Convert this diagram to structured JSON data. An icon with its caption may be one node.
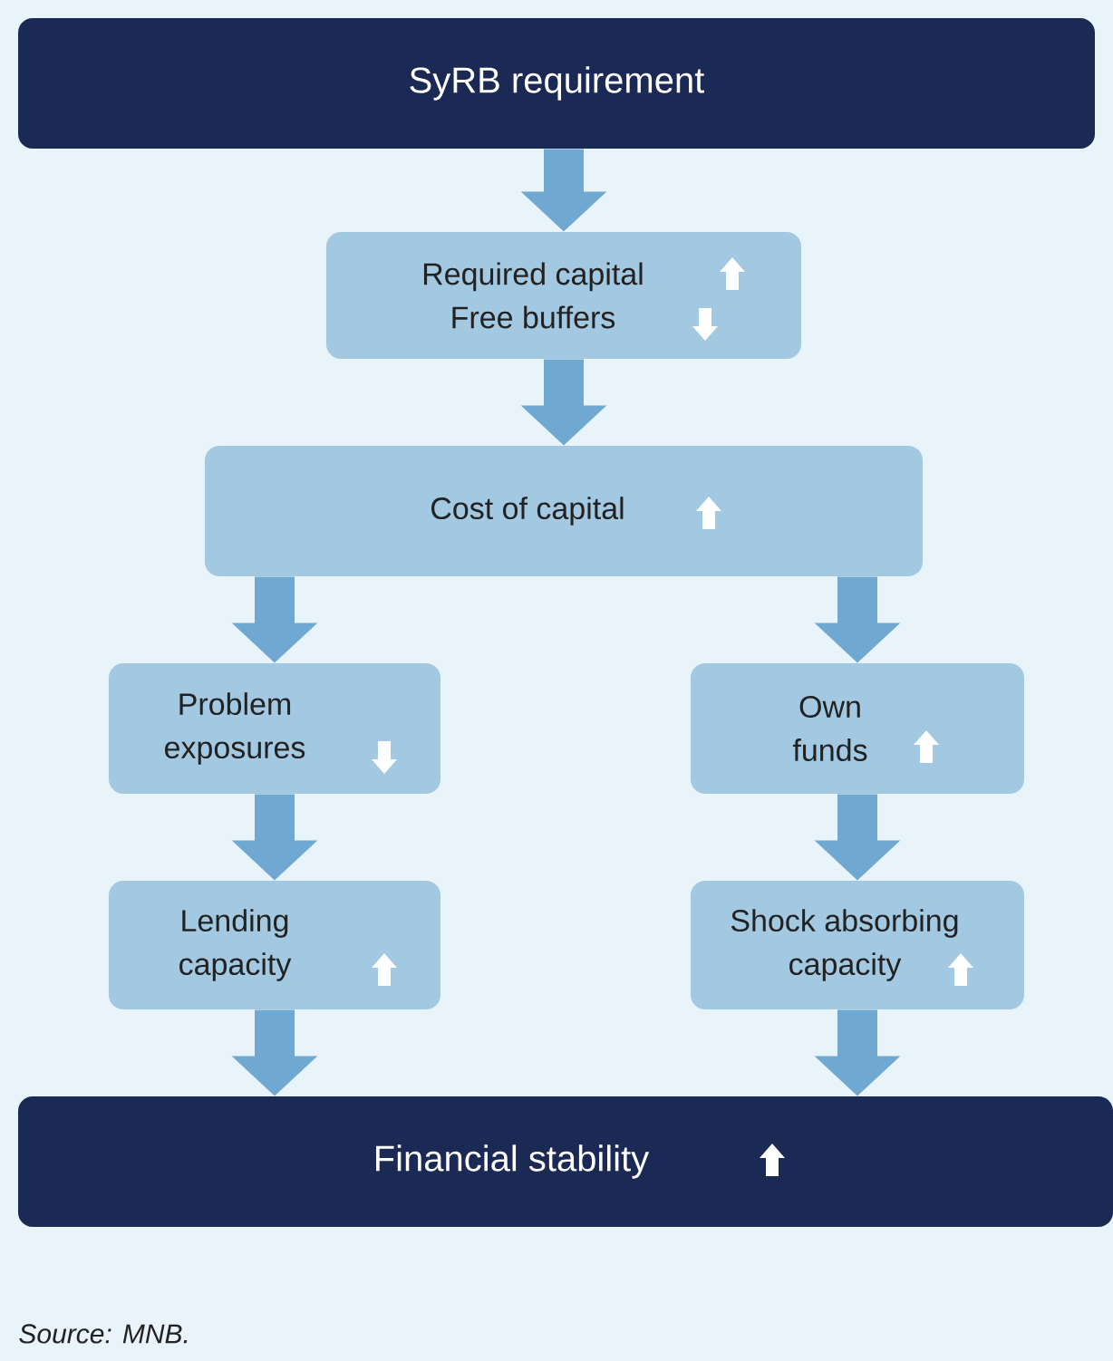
{
  "diagram": {
    "nodes": [
      {
        "text": [
          "SyRB requirement"
        ]
      },
      {
        "text": [
          "Required capital",
          "Free buffers"
        ]
      },
      {
        "text": [
          "Cost of capital"
        ]
      },
      {
        "text": [
          "Problem exposures"
        ]
      },
      {
        "text": [
          "Own funds"
        ]
      },
      {
        "text": [
          "Lending capacity"
        ]
      },
      {
        "text": [
          "Shock absorbing capacity"
        ]
      },
      {
        "text": [
          "Financial stability"
        ]
      }
    ],
    "edges": [
      {
        "from": 0,
        "to": 1,
        "arrow": "to"
      },
      {
        "from": 1,
        "to": 2,
        "arrow": "to"
      },
      {
        "from": 2,
        "to": 3,
        "arrow": "to"
      },
      {
        "from": 2,
        "to": 4,
        "arrow": "to"
      },
      {
        "from": 3,
        "to": 5,
        "arrow": "to"
      },
      {
        "from": 4,
        "to": 6,
        "arrow": "to"
      },
      {
        "from": 5,
        "to": 7,
        "arrow": "to"
      },
      {
        "from": 6,
        "to": 7,
        "arrow": "to"
      }
    ],
    "labels": [
      "Source: MNB."
    ]
  }
}
